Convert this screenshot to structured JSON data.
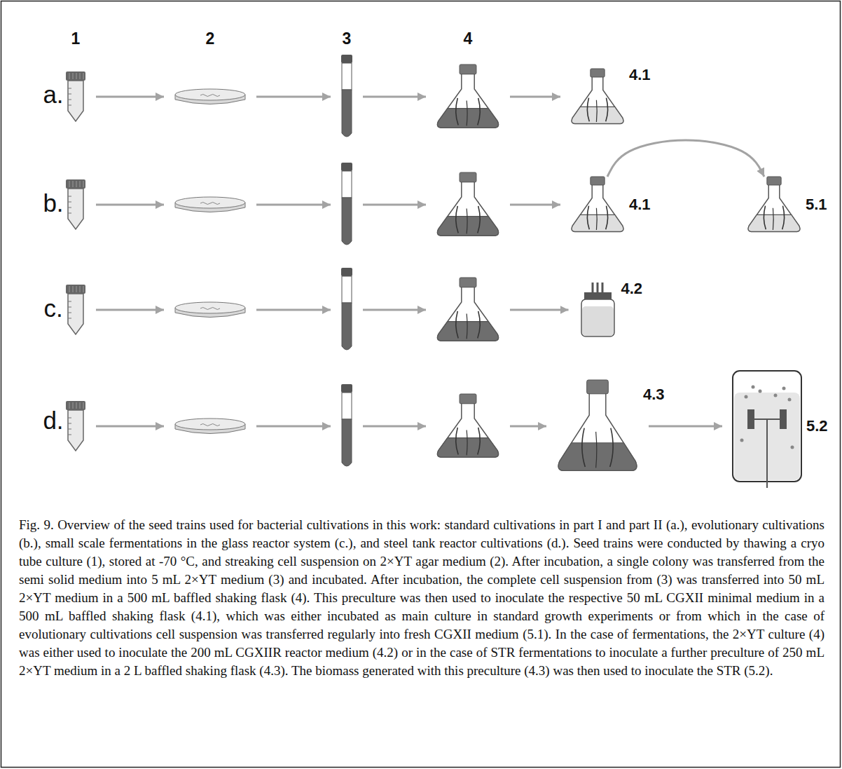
{
  "diagram": {
    "caption": "Fig. 9. Overview of the seed trains used for bacterial cultivations in this work: standard cultivations in part I and part II (a.), evolutionary cultivations (b.), small scale fermentations in the glass reactor system (c.), and steel tank reactor cultivations (d.). Seed trains were conducted by thawing a cryo tube culture (1), stored at -70 °C, and streaking cell suspension on 2×YT agar medium (2). After incubation, a single colony was transferred from the semi solid medium into 5 mL 2×YT medium (3) and incubated. After incubation, the complete cell suspension from (3) was transferred into 50 mL 2×YT medium in a 500 mL baffled shaking flask (4). This preculture was then used to inoculate the respective 50 mL CGXII minimal medium in a 500 mL baffled shaking flask (4.1), which was either incubated as main culture in standard growth experiments or from which in the case of evolutionary cultivations cell suspension was transferred regularly into fresh CGXII medium (5.1). In the case of fermentations, the 2×YT culture (4) was either used to inoculate the 200 mL CGXIIR reactor medium (4.2) or in the case of STR fermentations to inoculate a further preculture of 250 mL 2×YT medium in a 2 L baffled shaking flask (4.3). The biomass generated with this preculture (4.3) was then used to inoculate the STR (5.2).",
    "nodes": [
      {
        "text": []
      },
      {
        "text": []
      },
      {
        "text": []
      },
      {
        "text": []
      },
      {
        "text": [
          "4.1"
        ]
      },
      {
        "text": []
      },
      {
        "text": []
      },
      {
        "text": []
      },
      {
        "text": []
      },
      {
        "text": [
          "4.1"
        ]
      },
      {
        "text": [
          "5.1"
        ]
      },
      {
        "text": []
      },
      {
        "text": []
      },
      {
        "text": []
      },
      {
        "text": []
      },
      {
        "text": [
          "4.2"
        ]
      },
      {
        "text": []
      },
      {
        "text": []
      },
      {
        "text": []
      },
      {
        "text": []
      },
      {
        "text": [
          "4.3"
        ]
      },
      {
        "text": [
          "5.2"
        ]
      }
    ],
    "edges": [
      {
        "from": 0,
        "to": 1,
        "arrow": "to"
      },
      {
        "from": 1,
        "to": 2,
        "arrow": "to"
      },
      {
        "from": 2,
        "to": 3,
        "arrow": "to"
      },
      {
        "from": 3,
        "to": 4,
        "arrow": "to"
      },
      {
        "from": 5,
        "to": 6,
        "arrow": "to"
      },
      {
        "from": 6,
        "to": 7,
        "arrow": "to"
      },
      {
        "from": 7,
        "to": 8,
        "arrow": "to"
      },
      {
        "from": 8,
        "to": 9,
        "arrow": "to"
      },
      {
        "from": 9,
        "to": 10,
        "arrow": "to"
      },
      {
        "from": 11,
        "to": 12,
        "arrow": "to"
      },
      {
        "from": 12,
        "to": 13,
        "arrow": "to"
      },
      {
        "from": 13,
        "to": 14,
        "arrow": "to"
      },
      {
        "from": 14,
        "to": 15,
        "arrow": "to"
      },
      {
        "from": 16,
        "to": 17,
        "arrow": "to"
      },
      {
        "from": 17,
        "to": 18,
        "arrow": "to"
      },
      {
        "from": 18,
        "to": 19,
        "arrow": "to"
      },
      {
        "from": 19,
        "to": 20,
        "arrow": "to"
      },
      {
        "from": 20,
        "to": 21,
        "arrow": "to"
      }
    ],
    "labels": [
      "1",
      "2",
      "3",
      "4",
      "a.",
      "b.",
      "c.",
      "d."
    ]
  }
}
